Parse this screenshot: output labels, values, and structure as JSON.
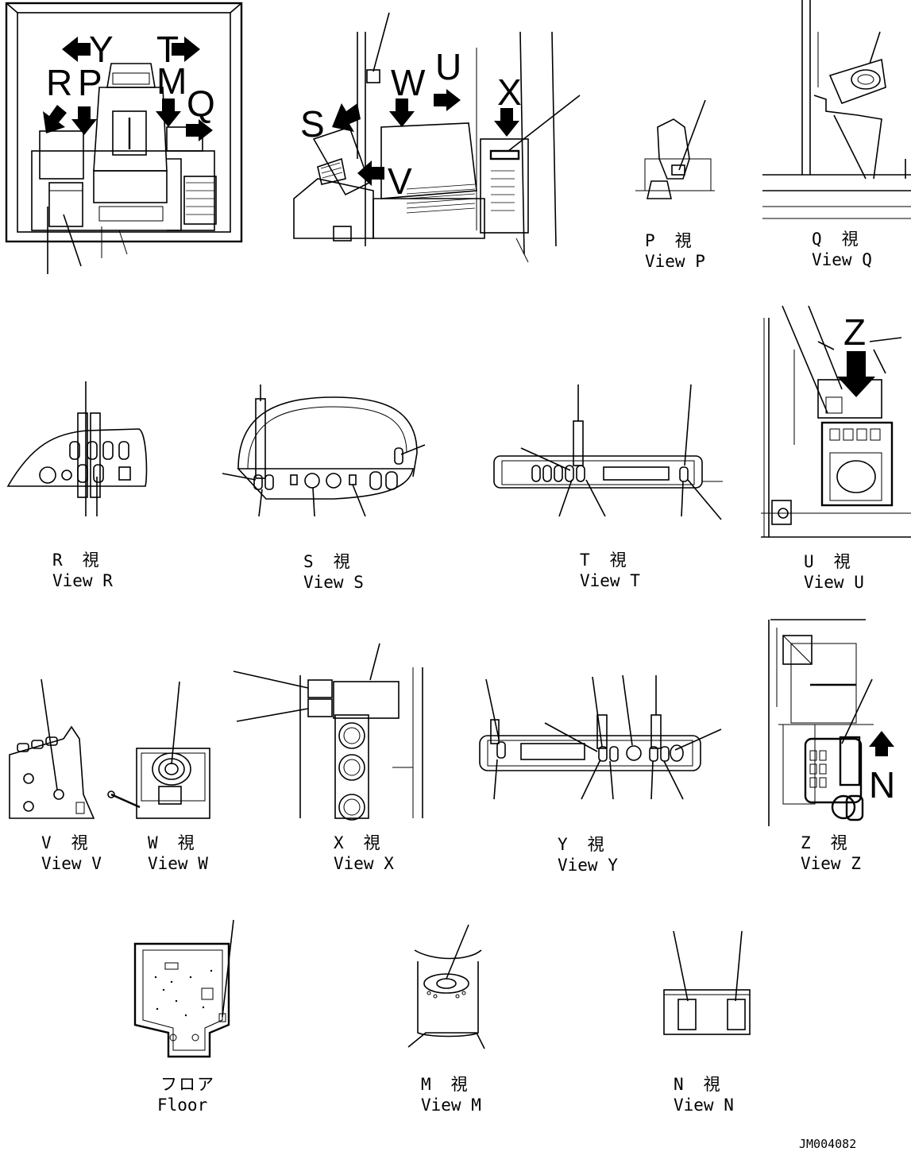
{
  "drawing_code": "JM004082",
  "overview_letters": {
    "top_left": [
      "Y",
      "T",
      "R",
      "P",
      "M",
      "Q"
    ],
    "top_right": [
      "S",
      "W",
      "U",
      "X",
      "V"
    ],
    "view_u_letter": "Z",
    "view_z_letter": "N"
  },
  "views": [
    {
      "id": "P",
      "jp": "P　視",
      "en": "View P"
    },
    {
      "id": "Q",
      "jp": "Q　視",
      "en": "View Q"
    },
    {
      "id": "R",
      "jp": "R　視",
      "en": "View R"
    },
    {
      "id": "S",
      "jp": "S　視",
      "en": "View S"
    },
    {
      "id": "T",
      "jp": "T　視",
      "en": "View T"
    },
    {
      "id": "U",
      "jp": "U　視",
      "en": "View U"
    },
    {
      "id": "V",
      "jp": "V　視",
      "en": "View V"
    },
    {
      "id": "W",
      "jp": "W　視",
      "en": "View W"
    },
    {
      "id": "X",
      "jp": "X　視",
      "en": "View X"
    },
    {
      "id": "Y",
      "jp": "Y　視",
      "en": "View Y"
    },
    {
      "id": "Z",
      "jp": "Z　視",
      "en": "View Z"
    },
    {
      "id": "Floor",
      "jp": "フロア",
      "en": "Floor"
    },
    {
      "id": "M",
      "jp": "M　視",
      "en": "View M"
    },
    {
      "id": "N",
      "jp": "N　視",
      "en": "View N"
    }
  ]
}
